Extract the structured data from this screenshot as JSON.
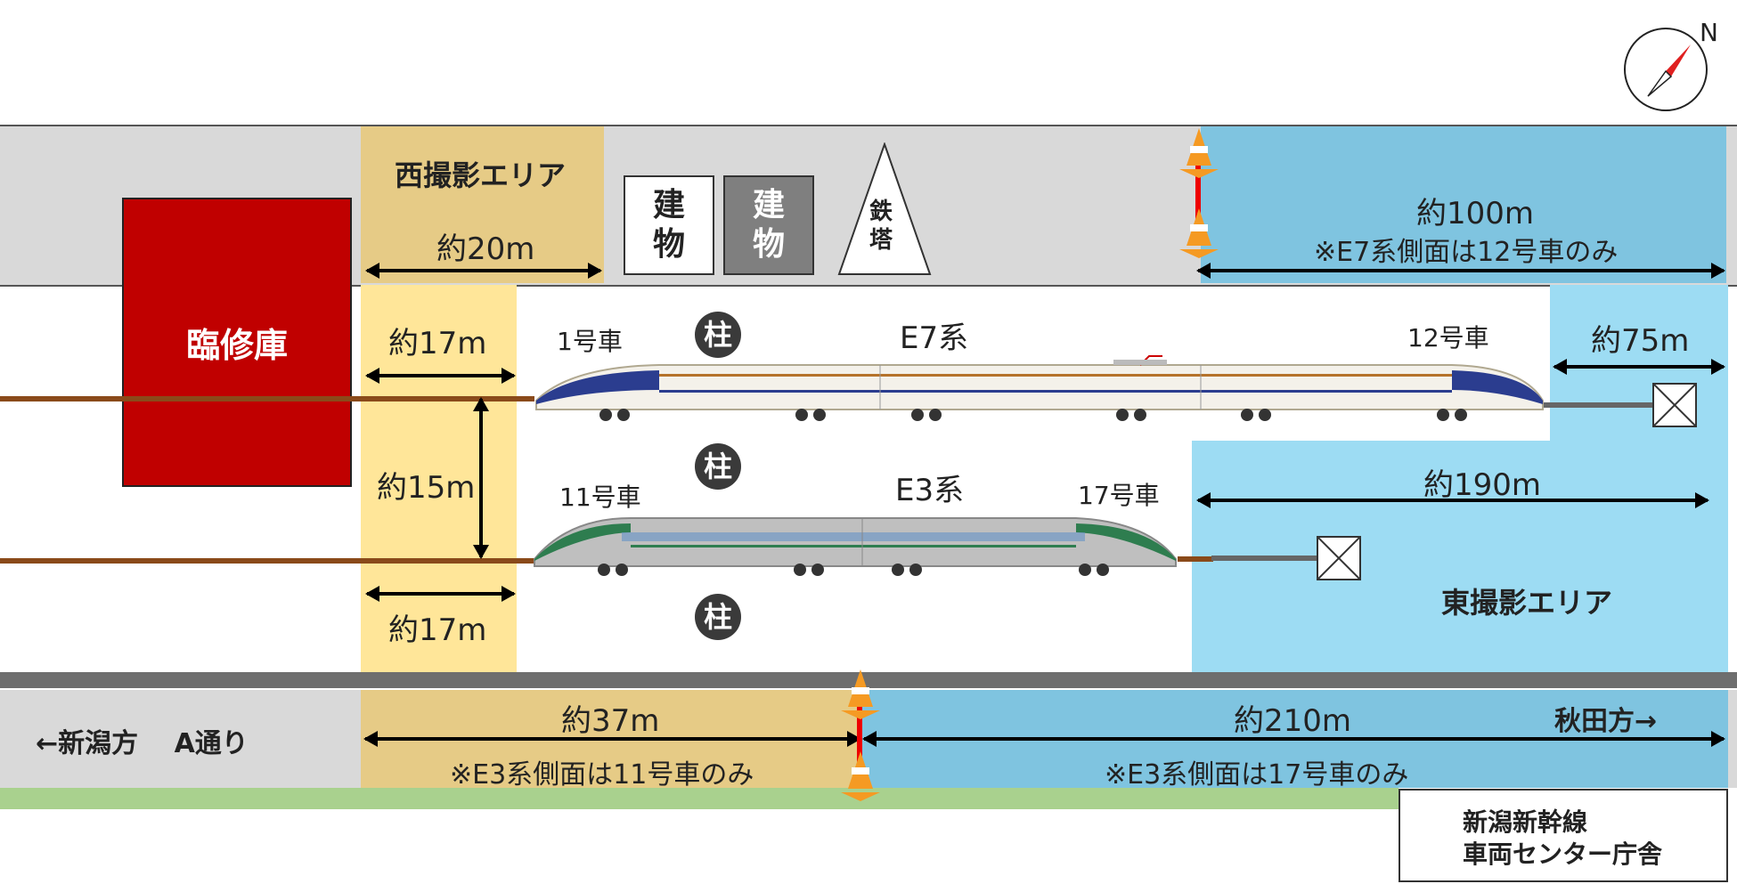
{
  "areas": {
    "west": {
      "label": "西撮影エリア"
    },
    "east": {
      "label": "東撮影エリア"
    }
  },
  "depot": {
    "label": "臨修庫"
  },
  "buildings": [
    {
      "label": "建\n物"
    },
    {
      "label": "建\n物"
    }
  ],
  "tower": {
    "label": "鉄\n塔"
  },
  "pillar_label": "柱",
  "trains": {
    "e7": {
      "name": "E7系",
      "car_left": "1号車",
      "car_right": "12号車"
    },
    "e3": {
      "name": "E3系",
      "car_left": "11号車",
      "car_right": "17号車"
    }
  },
  "measures": {
    "west_top": "約20m",
    "west_e7": "約17m",
    "west_gap": "約15m",
    "west_e3": "約17m",
    "east_top": "約100m",
    "east_top_note": "※E7系側面は12号車のみ",
    "east_e7": "約75m",
    "east_e3": "約190m",
    "road_west": "約37m",
    "road_west_note": "※E3系側面は11号車のみ",
    "road_east": "約210m",
    "road_east_note": "※E3系側面は17号車のみ"
  },
  "road": {
    "left_label": "←新潟方　 A通り",
    "right_label": "秋田方→"
  },
  "facility": {
    "line1": "新潟新幹線",
    "line2": "車両センター庁舎"
  },
  "compass": {
    "label": "N"
  },
  "colors": {
    "depot": "#c00000",
    "west_area": "#ffe699",
    "east_area": "#9ddcf3",
    "road": "#d9d9d9",
    "rail": "#8a4a1a"
  }
}
